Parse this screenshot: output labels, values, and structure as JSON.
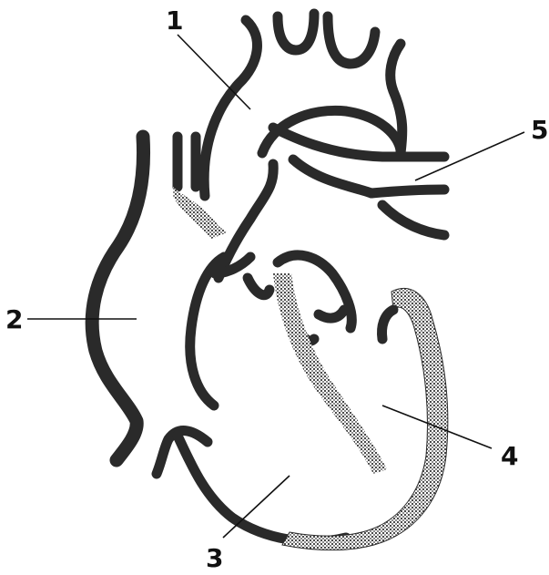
{
  "labels": {
    "n1": "1",
    "n2": "2",
    "n3": "3",
    "n4": "4",
    "n5": "5"
  },
  "colors": {
    "ink": "#2a2a2a",
    "stipple_dark": "#3a3a3a",
    "background": "#ffffff"
  }
}
